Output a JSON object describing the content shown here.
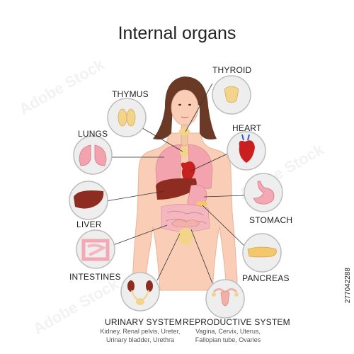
{
  "title": "Internal organs",
  "labels": {
    "thyroid": "THYROID",
    "thymus": "THYMUS",
    "lungs": "LUNGS",
    "heart": "HEART",
    "stomach": "STOMACH",
    "liver": "LIVER",
    "pancreas": "PANCREAS",
    "intestines": "INTESTINES",
    "urinary_system": "URINARY SYSTEM",
    "urinary_details_1": "Kidney, Renal pelvis, Ureter,",
    "urinary_details_2": "Urinary bladder, Urethra",
    "reproductive_system": "REPRODUCTIVE SYSTEM",
    "reproductive_details_1": "Vagina, Cervix, Uterus,",
    "reproductive_details_2": "Fallopian tube, Ovaries"
  },
  "stock_id": "277042288",
  "watermark": "Adobe Stock",
  "colors": {
    "skin": "#f9cdb6",
    "hair": "#6b3a26",
    "lungs": "#f2a3ad",
    "liver": "#8e2c22",
    "heart": "#c8201f",
    "intestines": "#f4b7bf",
    "thyroid": "#f3d48a",
    "circle_bg": "#eeeeee",
    "circle_border": "#bdbdbd"
  }
}
